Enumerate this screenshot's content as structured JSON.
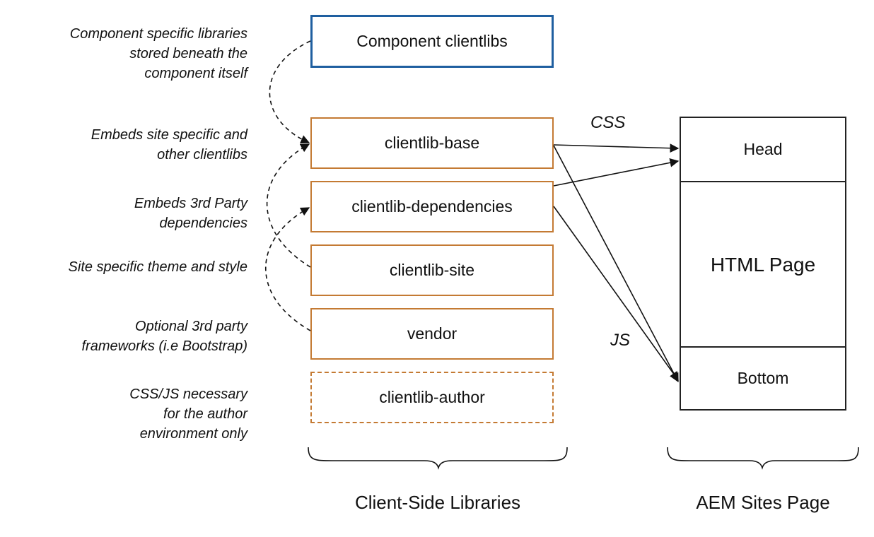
{
  "annotations": [
    {
      "lines": [
        "Component specific libraries",
        "stored beneath the",
        "component itself"
      ]
    },
    {
      "lines": [
        "Embeds site specific and",
        "other clientlibs"
      ]
    },
    {
      "lines": [
        "Embeds 3rd Party",
        "dependencies"
      ]
    },
    {
      "lines": [
        "Site specific theme and style"
      ]
    },
    {
      "lines": [
        "Optional 3rd party",
        "frameworks  (i.e Bootstrap)"
      ]
    },
    {
      "lines": [
        "CSS/JS necessary",
        "for the author",
        "environment only"
      ]
    }
  ],
  "libraries": {
    "component": "Component clientlibs",
    "base": "clientlib-base",
    "dependencies": "clientlib-dependencies",
    "site": "clientlib-site",
    "vendor": "vendor",
    "author": "clientlib-author"
  },
  "page": {
    "head": "Head",
    "body": "HTML Page",
    "bottom": "Bottom"
  },
  "flows": {
    "css": "CSS",
    "js": "JS"
  },
  "group_labels": {
    "left": "Client-Side Libraries",
    "right": "AEM Sites Page"
  },
  "colors": {
    "component_border": "#1f5fa0",
    "clientlib_border": "#c47a33",
    "page_border": "#222222"
  }
}
